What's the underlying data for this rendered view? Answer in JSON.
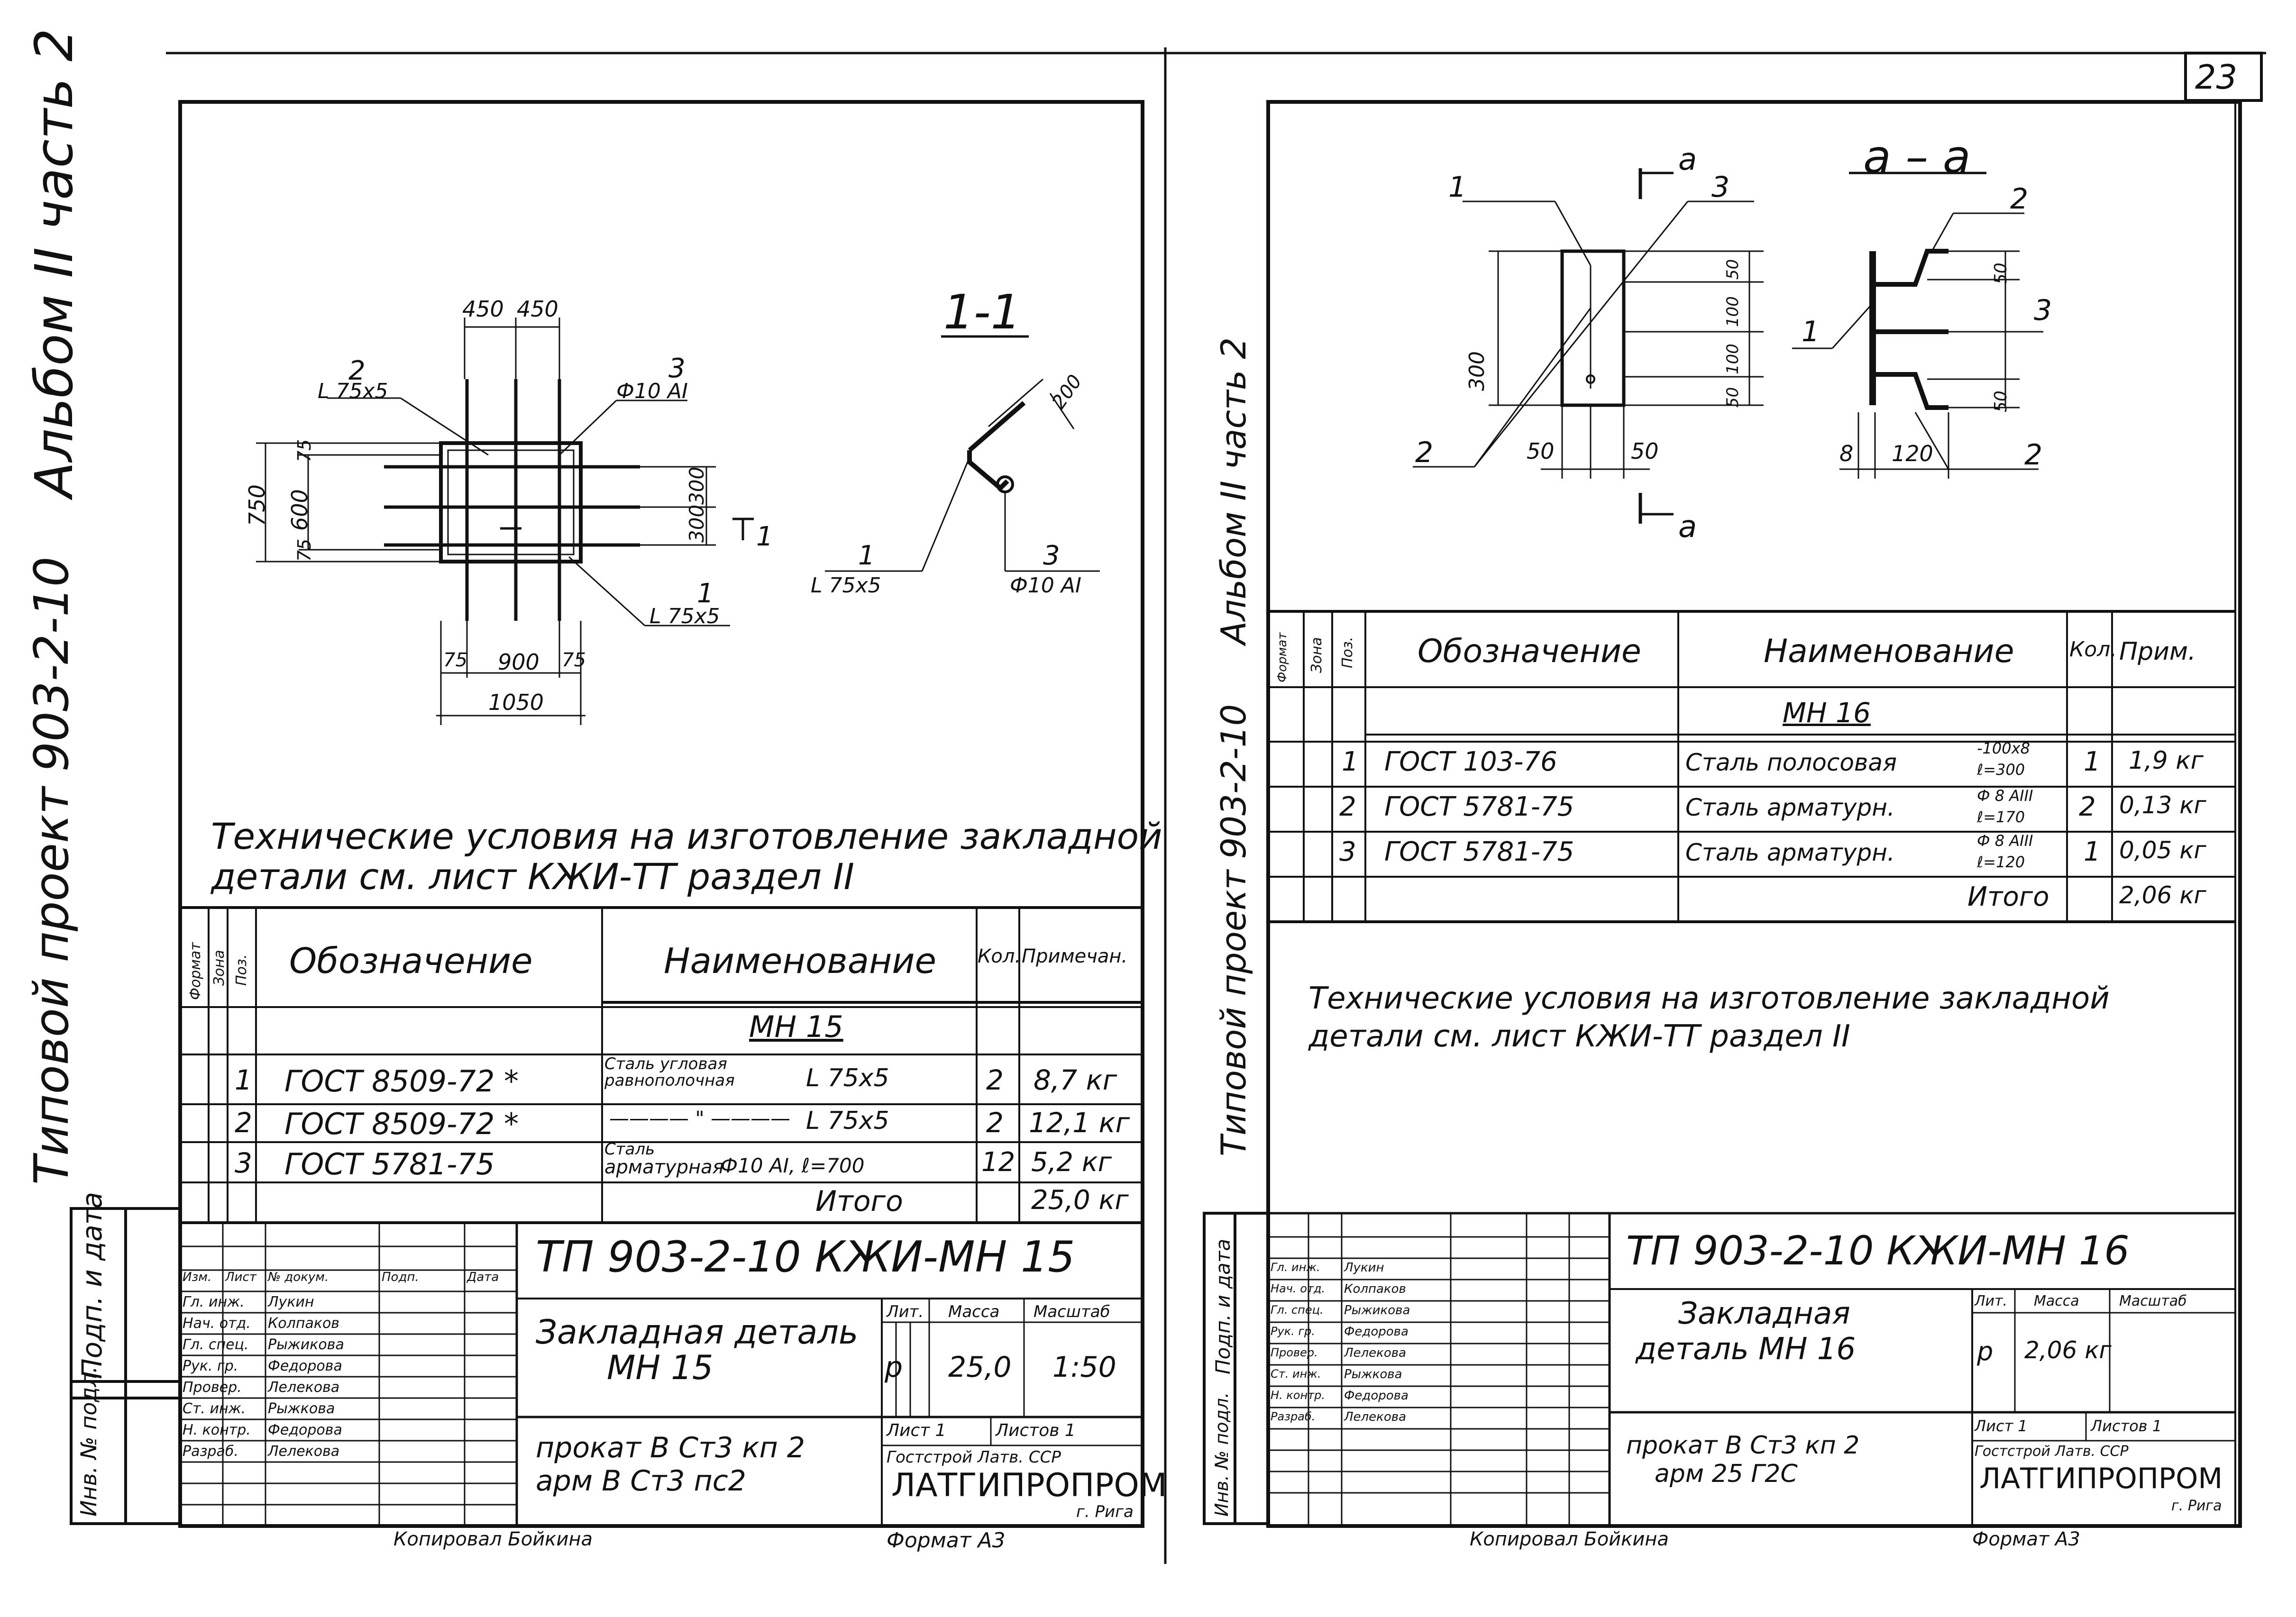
{
  "page_number": "23",
  "spine": {
    "left": {
      "album": "Альбом II часть 2",
      "project": "Типовой проект 903-2-10"
    },
    "right": {
      "album": "Альбом II часть 2",
      "project": "Типовой проект 903-2-10"
    },
    "left_stamp": {
      "sign": "Подп. и дата",
      "inv": "Инв. № подл."
    },
    "right_stamp": {
      "sign": "Подп. и дата",
      "inv": "Инв. № подл."
    }
  },
  "left_sheet": {
    "plan_dims": {
      "top1": "450",
      "top2": "450",
      "left1": "75",
      "left_mid": "600",
      "left_total": "750",
      "left2": "75",
      "right1": "300",
      "right2": "300",
      "bottom1": "75",
      "bottom_mid": "900",
      "bottom2": "75",
      "bottom_total": "1050"
    },
    "callouts": {
      "c2_num": "2",
      "c2_size": "L 75х5",
      "c3_num": "3",
      "c3_size": "Ф10 АI",
      "c1_num": "1",
      "c1_size": "L 75х5",
      "cut": "1"
    },
    "section": {
      "title": "1-1",
      "dim": "200",
      "c1_num": "1",
      "c1_size": "L 75х5",
      "c3_num": "3",
      "c3_size": "Ф10 АI"
    },
    "note_line1": "Технические условия на изготовление закладной",
    "note_line2": "детали  см.  лист  КЖИ-ТТ  раздел II",
    "table": {
      "headers": {
        "format": "Формат",
        "zone": "Зона",
        "pos": "Поз.",
        "designation": "Обозначение",
        "name": "Наименование",
        "qty": "Кол.",
        "note": "Примечан."
      },
      "group": "МН 15",
      "rows": [
        {
          "pos": "1",
          "designation": "ГОСТ 8509-72 *",
          "name1": "Сталь угловая",
          "name2": "равнополочная",
          "size": "L 75х5",
          "qty": "2",
          "note": "8,7 кг"
        },
        {
          "pos": "2",
          "designation": "ГОСТ 8509-72 *",
          "name1": "———— \" ————",
          "name2": "",
          "size": "L 75х5",
          "qty": "2",
          "note": "12,1 кг"
        },
        {
          "pos": "3",
          "designation": "ГОСТ 5781-75",
          "name1": "Сталь",
          "name2": "арматурная",
          "size": "Ф10 АI, ℓ=700",
          "qty": "12",
          "note": "5,2 кг"
        }
      ],
      "total_label": "Итого",
      "total_value": "25,0 кг"
    },
    "title_block": {
      "code": "ТП 903-2-10       КЖИ-МН 15",
      "staff_headers": [
        "Изм.",
        "Лист",
        "№ докум.",
        "Подп.",
        "Дата"
      ],
      "staff": [
        [
          "Гл. инж.",
          "Лукин",
          "",
          ""
        ],
        [
          "Нач. отд.",
          "Колпаков",
          "",
          ""
        ],
        [
          "Гл. спец.",
          "Рыжикова",
          "",
          ""
        ],
        [
          "Рук. гр.",
          "Федорова",
          "",
          ""
        ],
        [
          "Провер.",
          "Лелекова",
          "",
          ""
        ],
        [
          "Ст. инж.",
          "Рыжкова",
          "",
          ""
        ],
        [
          "Н. контр.",
          "Федорова",
          "",
          ""
        ],
        [
          "Разраб.",
          "Лелекова",
          "",
          ""
        ]
      ],
      "part_name1": "Закладная  деталь",
      "part_name2": "МН 15",
      "material1": "прокат  В Ст3 кп 2",
      "material2": "арм  В Ст3 пс2",
      "stage_label": "Лит.",
      "mass_label": "Масса",
      "scale_label": "Масштаб",
      "stage": "р",
      "mass": "25,0",
      "scale": "1:50",
      "sheet": "Лист 1",
      "sheets": "Листов 1",
      "org1": "Гостстрой Латв. ССР",
      "org2": "ЛАТГИПРОПРОМ",
      "org3": "г. Рига"
    },
    "below_left": "Копировал  Бойкина",
    "below_right": "Формат  А3"
  },
  "right_sheet": {
    "view": {
      "c1": "1",
      "c2": "2",
      "c3": "3",
      "cut": "а",
      "d_total": "300",
      "d1": "50",
      "d2": "100",
      "d3": "100",
      "d4": "50",
      "w1": "50",
      "w2": "50"
    },
    "section": {
      "title": "а – а",
      "c1": "1",
      "c2a": "2",
      "c2b": "2",
      "c3": "3",
      "d1": "50",
      "d2": "50",
      "w1": "8",
      "w2": "120"
    },
    "table": {
      "headers": {
        "format": "Формат",
        "zone": "Зона",
        "pos": "Поз.",
        "designation": "Обозначение",
        "name": "Наименование",
        "qty": "Кол.",
        "note": "Прим."
      },
      "group": "МН 16",
      "rows": [
        {
          "pos": "1",
          "designation": "ГОСТ  103-76",
          "name": "Сталь полосовая",
          "size1": "-100х8",
          "size2": "ℓ=300",
          "qty": "1",
          "note": "1,9 кг"
        },
        {
          "pos": "2",
          "designation": "ГОСТ  5781-75",
          "name": "Сталь арматурн.",
          "size1": "Ф 8 АIII",
          "size2": "ℓ=170",
          "qty": "2",
          "note": "0,13 кг"
        },
        {
          "pos": "3",
          "designation": "ГОСТ  5781-75",
          "name": "Сталь арматурн.",
          "size1": "Ф 8 АIII",
          "size2": "ℓ=120",
          "qty": "1",
          "note": "0,05 кг"
        }
      ],
      "total_label": "Итого",
      "total_value": "2,06 кг"
    },
    "note_line1": "Технические  условия  на  изготовление  закладной",
    "note_line2": "детали  см.  лист  КЖИ-ТТ  раздел II",
    "title_block": {
      "code": "ТП 903-2-10     КЖИ-МН 16",
      "staff": [
        "Гл. инж.",
        "Нач. отд.",
        "Гл. спец.",
        "Рук. гр.",
        "Провер.",
        "Ст. инж.",
        "Н. контр.",
        "Разраб."
      ],
      "names": [
        "Лукин",
        "Колпаков",
        "Рыжикова",
        "Федорова",
        "Лелекова",
        "Рыжкова",
        "Федорова",
        "Лелекова"
      ],
      "part_name1": "Закладная",
      "part_name2": "деталь   МН 16",
      "material1": "прокат  В Ст3 кп 2",
      "material2": "арм  25 Г2С",
      "stage_label": "Лит.",
      "mass_label": "Масса",
      "scale_label": "Масштаб",
      "stage": "р",
      "mass": "2,06 кг",
      "sheet": "Лист 1",
      "sheets": "Листов 1",
      "org1": "Гостстрой Латв. ССР",
      "org2": "ЛАТГИПРОПРОМ",
      "org3": "г. Рига"
    },
    "below_left": "Копировал  Бойкина",
    "below_right": "Формат  А3"
  }
}
